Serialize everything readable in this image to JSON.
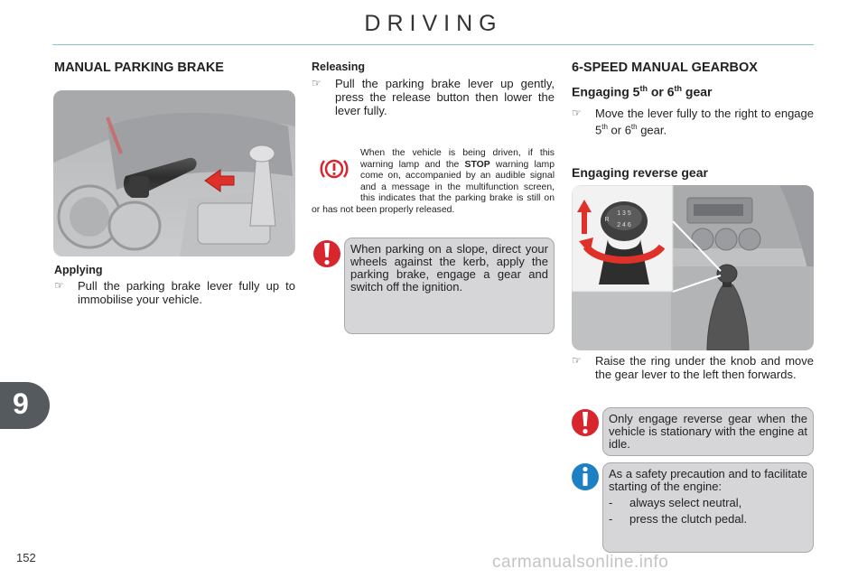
{
  "page_title": "DRIVING",
  "page_number": "152",
  "chapter_number": "9",
  "watermark": "carmanualsonline.info",
  "parking_brake": {
    "heading": "MANUAL PARKING BRAKE",
    "applying_heading": "Applying",
    "applying_text": "Pull the parking brake lever fully up to immobilise your vehicle.",
    "releasing_heading": "Releasing",
    "releasing_text": "Pull the parking brake lever up gently, press the release button then lower the lever fully.",
    "warning_text_a": "When the vehicle is being driven, if this warning lamp and the ",
    "warning_stop": "STOP",
    "warning_text_b": " warning lamp come on, accompanied by an audible signal and a message in the multifunction screen, this indicates that the parking brake is still on or has not been properly released.",
    "slope_note": "When parking on a slope, direct your wheels against the kerb, apply the parking brake, engage a gear and switch off the ignition."
  },
  "gearbox": {
    "heading": "6-SPEED MANUAL GEARBOX",
    "engaging_56_prefix": "Engaging 5",
    "sup": "th",
    "or": " or 6",
    "gear": " gear",
    "engaging_56_text_a": "Move the lever fully to the right to engage 5",
    "engaging_56_text_b": " or 6",
    "engaging_56_text_c": " gear.",
    "reverse_heading": "Engaging reverse gear",
    "reverse_text": "Raise the ring under the knob and move the gear lever to the left then forwards.",
    "reverse_warning": "Only engage reverse gear when the vehicle is stationary with the engine at idle.",
    "safety_intro": "As a safety precaution and to facilitate starting of the engine:",
    "safety_items": [
      "always select neutral,",
      "press the clutch pedal."
    ],
    "knob_digits_top": "1 3 5",
    "knob_digits_bottom": "2 4 6",
    "knob_r": "R"
  },
  "bullet_symbol": "☞",
  "dash_symbol": "-",
  "colors": {
    "accent_rule": "#7fc8d2",
    "warning_red": "#d7262e",
    "info_blue": "#1d7fc4",
    "note_bg": "#d6d6d8"
  }
}
